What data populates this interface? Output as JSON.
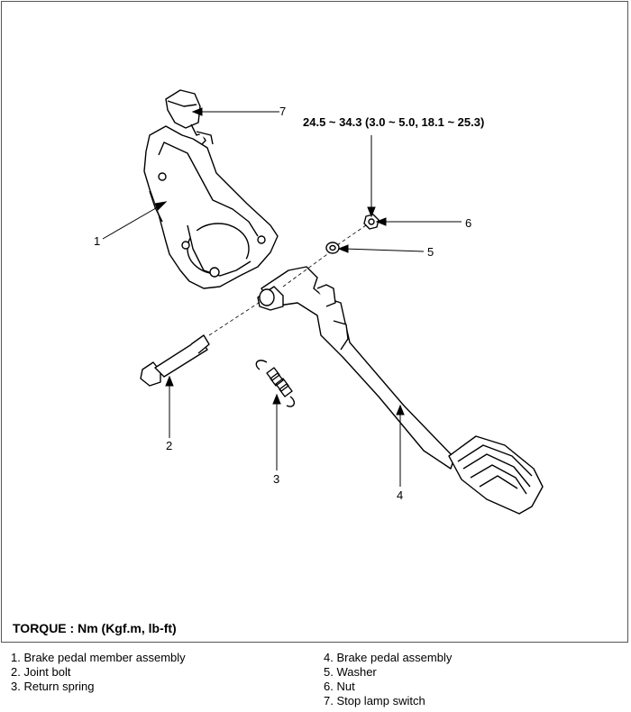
{
  "torque_spec": "24.5 ~ 34.3 (3.0 ~ 5.0, 18.1 ~ 25.3)",
  "torque_units": "TORQUE : Nm (Kgf.m, lb-ft)",
  "callouts": {
    "c1": "1",
    "c2": "2",
    "c3": "3",
    "c4": "4",
    "c5": "5",
    "c6": "6",
    "c7": "7"
  },
  "legend": {
    "left": [
      "1. Brake pedal member assembly",
      "2. Joint bolt",
      "3. Return spring"
    ],
    "right": [
      "4. Brake pedal assembly",
      "5. Washer",
      "6. Nut",
      "7. Stop lamp switch"
    ]
  }
}
